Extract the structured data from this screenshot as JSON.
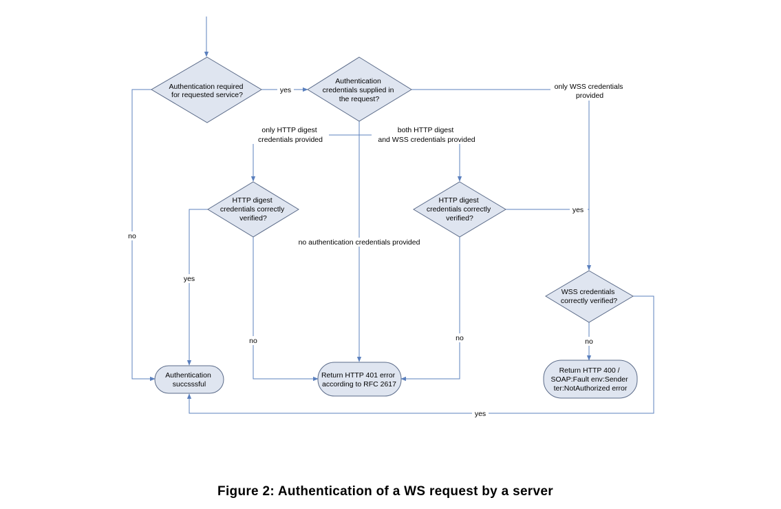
{
  "figure": {
    "caption": "Figure 2: Authentication of a WS request by a server"
  },
  "nodes": {
    "auth_required": [
      "Authentication required",
      "for requested service?"
    ],
    "creds_supplied": [
      "Authentication",
      "credentials supplied in",
      "the request?"
    ],
    "digest_left": [
      "HTTP digest",
      "credentials correctly",
      "verified?"
    ],
    "digest_right": [
      "HTTP digest",
      "credentials correctly",
      "verified?"
    ],
    "wss_verified": [
      "WSS credentials",
      "correctly verified?"
    ],
    "auth_success": [
      "Authentication",
      "succsssful"
    ],
    "http_401": [
      "Return HTTP 401 error",
      "according to RFC 2617"
    ],
    "http_400": [
      "Return HTTP 400 /",
      "SOAP:Fault env:Sender",
      "ter:NotAuthorized error"
    ]
  },
  "edge_labels": {
    "yes_required": "yes",
    "no_required": "no",
    "only_wss": [
      "only WSS credentials",
      "provided"
    ],
    "only_digest": [
      "only HTTP digest",
      "credentials provided"
    ],
    "both": [
      "both HTTP digest",
      "and WSS credentials provided"
    ],
    "no_creds": "no authentication credentials provided",
    "yes_left_digest": "yes",
    "no_left_digest": "no",
    "no_right_digest": "no",
    "yes_right_digest": "yes",
    "no_wss": "no",
    "yes_wss": "yes"
  }
}
